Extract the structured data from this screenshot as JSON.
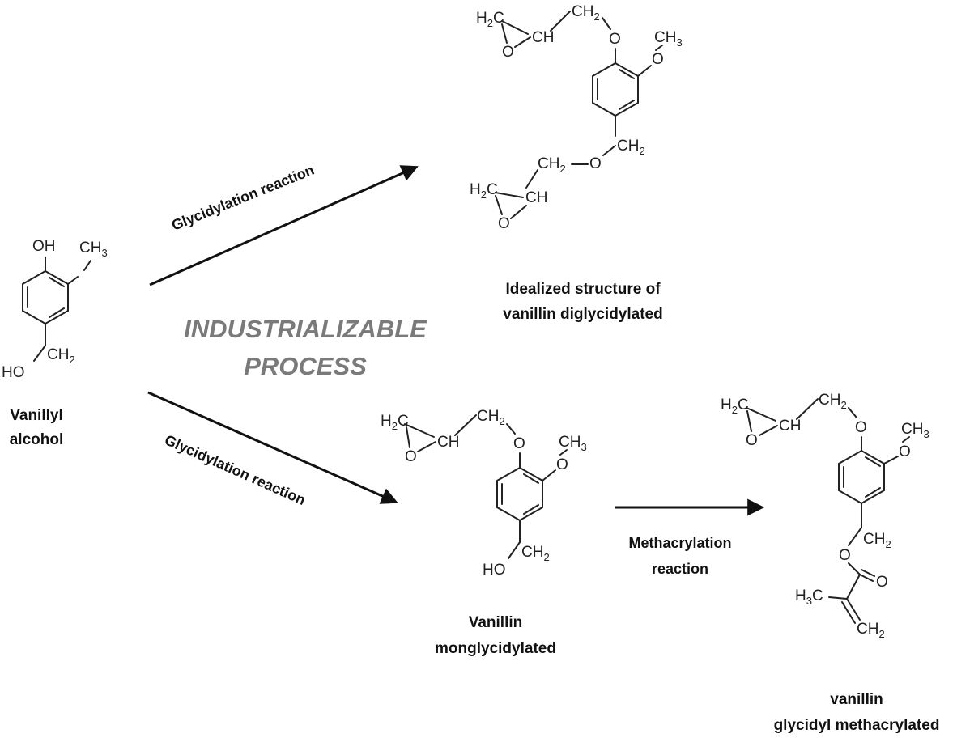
{
  "center_title": {
    "line1": "INDUSTRIALIZABLE",
    "line2": "PROCESS"
  },
  "reactions": {
    "upper": "Glycidylation reaction",
    "lower": "Glycidylation reaction",
    "methacrylation_line1": "Methacrylation",
    "methacrylation_line2": "reaction"
  },
  "compounds": {
    "vanillyl_alcohol": {
      "name_line1": "Vanillyl",
      "name_line2": "alcohol",
      "labels": {
        "oh": "OH",
        "ch": "CH",
        "ch_sub": "3",
        "ho": "HO",
        "ch2": "CH",
        "ch2_sub": "2"
      }
    },
    "diglycidylated": {
      "name_line1": "Idealized structure of",
      "name_line2": "vanillin  diglycidylated",
      "labels": {
        "h2c_a": "H",
        "h2c_a_sub": "2",
        "h2c_a_c": "C",
        "ch_a": "CH",
        "o_a": "O",
        "ch2_a": "CH",
        "ch2_a_sub": "2",
        "o_ether": "O",
        "och3": "CH",
        "och3_sub": "3",
        "o_meth": "O",
        "ch2_b": "CH",
        "ch2_b_sub": "2",
        "o_b": "O",
        "ch2_c": "CH",
        "ch2_c_sub": "2",
        "h2c_b": "H",
        "h2c_b_sub": "2",
        "h2c_b_c": "C",
        "ch_b": "CH",
        "o_epox_b": "O"
      }
    },
    "monoglycidylated": {
      "name_line1": "Vanillin",
      "name_line2": "monglycidylated",
      "labels": {
        "h2c": "H",
        "h2c_sub": "2",
        "h2c_c": "C",
        "ch": "CH",
        "o_epox": "O",
        "ch2": "CH",
        "ch2_sub": "2",
        "o_ether": "O",
        "ch3": "CH",
        "ch3_sub": "3",
        "o_meth": "O",
        "ho": "HO",
        "ch2_b": "CH",
        "ch2_b_sub": "2"
      }
    },
    "methacrylated": {
      "name_line1": "vanillin",
      "name_line2": "glycidyl methacrylated",
      "labels": {
        "h2c": "H",
        "h2c_sub": "2",
        "h2c_c": "C",
        "ch": "CH",
        "o_epox": "O",
        "ch2": "CH",
        "ch2_sub": "2",
        "o_ether": "O",
        "ch3": "CH",
        "ch3_sub": "3",
        "o_meth": "O",
        "ch2_b": "CH",
        "ch2_b_sub": "2",
        "o_ester": "O",
        "o_carbonyl": "O",
        "h3c": "H",
        "h3c_sub": "3",
        "h3c_c": "C",
        "ch2_vinyl": "CH",
        "ch2_vinyl_sub": "2"
      }
    }
  }
}
